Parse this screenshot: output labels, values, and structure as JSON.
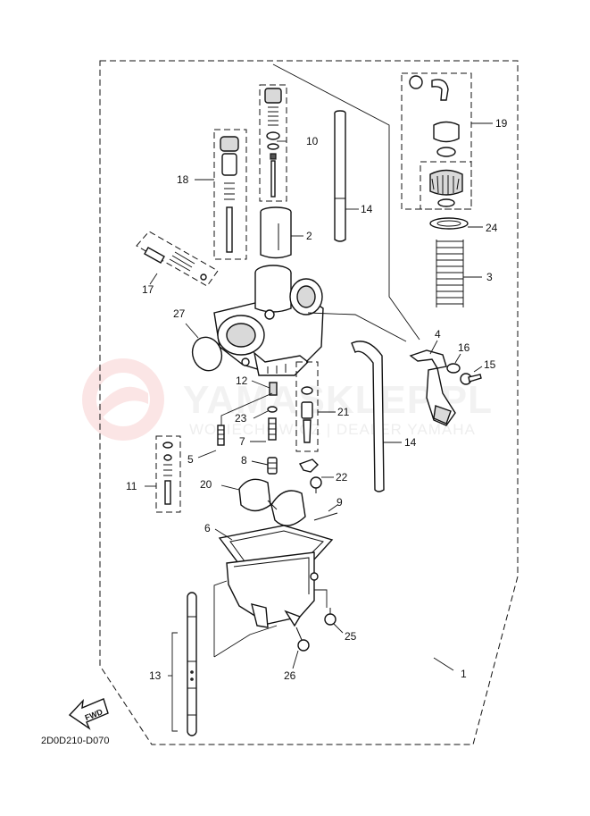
{
  "diagram": {
    "reference_code": "2D0D210-D070",
    "fwd_label": "FWD",
    "watermark": {
      "brand": "YAMASKLEP.PL",
      "tagline": "WOLIECHOWICZ | DEALER YAMAHA"
    },
    "part_labels": {
      "p1": "1",
      "p2": "2",
      "p3": "3",
      "p4": "4",
      "p5": "5",
      "p6": "6",
      "p7": "7",
      "p8": "8",
      "p9": "9",
      "p10": "10",
      "p11": "11",
      "p12": "12",
      "p13": "13",
      "p14a": "14",
      "p14b": "14",
      "p15": "15",
      "p16": "16",
      "p17": "17",
      "p18": "18",
      "p19": "19",
      "p20": "20",
      "p21": "21",
      "p22": "22",
      "p23": "23",
      "p24": "24",
      "p25": "25",
      "p26": "26",
      "p27": "27"
    }
  }
}
